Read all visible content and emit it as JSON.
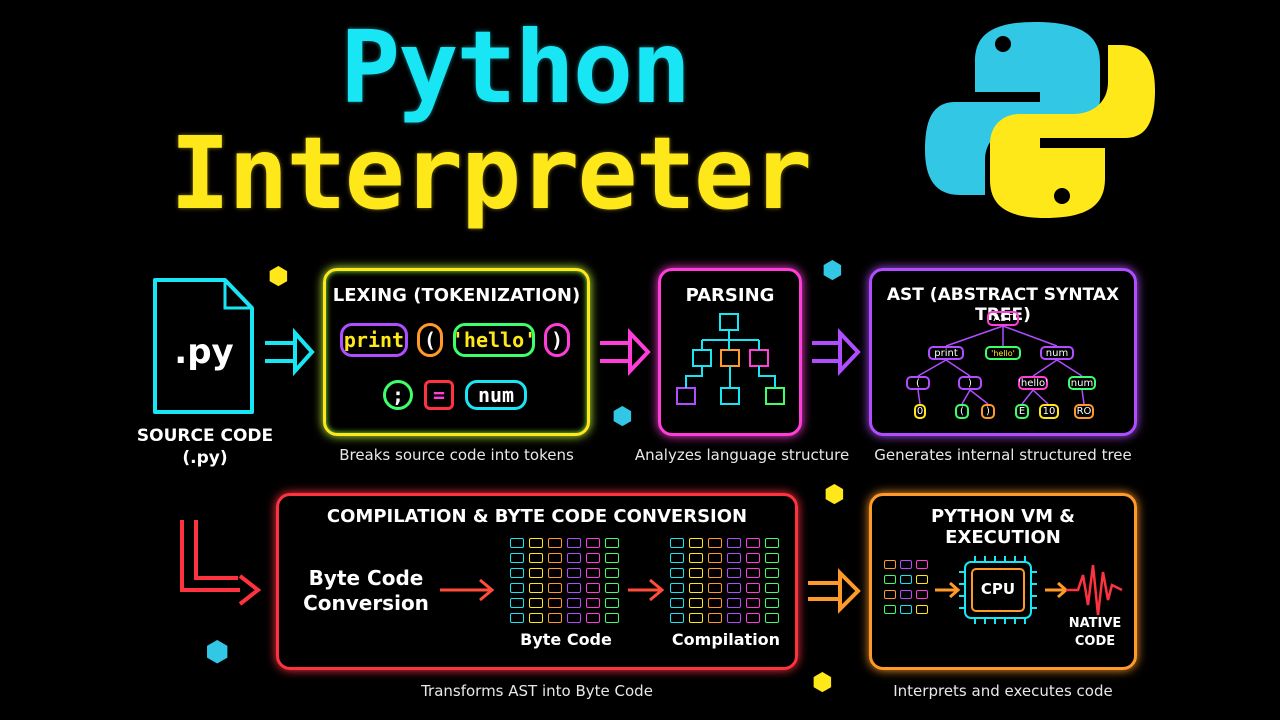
{
  "title": {
    "line1": "Python",
    "line2": "Interpreter"
  },
  "source": {
    "file_ext": ".py",
    "label_line1": "SOURCE CODE",
    "label_line2": "(.py)"
  },
  "lexing": {
    "title": "LEXING (TOKENIZATION)",
    "tokens_row1": [
      "print",
      "(",
      "'hello'",
      ")"
    ],
    "tokens_row2": [
      ";",
      "=",
      "num"
    ],
    "caption": "Breaks source code into tokens"
  },
  "parsing": {
    "title": "PARSING",
    "caption": "Analyzes language structure"
  },
  "ast": {
    "title": "AST (ABSTRACT SYNTAX TREE)",
    "root": "AST",
    "level1": [
      "print",
      "'hello'",
      "num"
    ],
    "level2": [
      "(",
      ")",
      "'hello'",
      "num"
    ],
    "level3": [
      "0",
      "(",
      ")",
      "E",
      "10",
      "RO"
    ],
    "caption": "Generates internal structured tree"
  },
  "compilation": {
    "title": "COMPILATION & BYTE CODE CONVERSION",
    "left_line1": "Byte Code",
    "left_line2": "Conversion",
    "grid1_label": "Byte Code",
    "grid2_label": "Compilation",
    "caption": "Transforms AST into Byte Code"
  },
  "vm": {
    "title": "PYTHON VM & EXECUTION",
    "cpu_label": "CPU",
    "native_line1": "NATIVE",
    "native_line2": "CODE",
    "caption": "Interprets and executes code"
  },
  "colors": {
    "cyan": "#19e6f5",
    "yellow": "#ffe81a",
    "magenta": "#ff3dd8",
    "purple": "#b04dff",
    "red": "#ff3340",
    "orange": "#ff9a2a",
    "green": "#3dff6a"
  }
}
